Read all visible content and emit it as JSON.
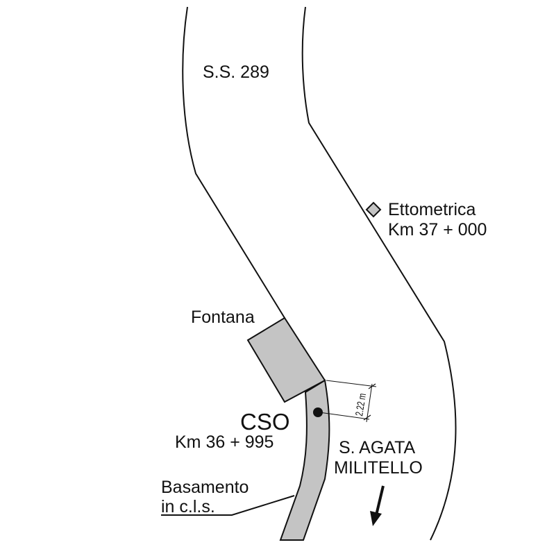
{
  "map": {
    "road_name": "S.S. 289",
    "hectometric_marker": {
      "line1": "Ettometrica",
      "line2": "Km 37 + 000"
    },
    "fountain": "Fontana",
    "station": {
      "code": "CSO",
      "km": "Km 36 + 995"
    },
    "distance_label": "2.22 m",
    "direction": {
      "line1": "S. AGATA",
      "line2": "MILITELLO"
    },
    "base": {
      "line1": "Basamento",
      "line2": "in c.l.s."
    }
  },
  "colors": {
    "ink": "#111111",
    "fill_gray": "#c4c4c4",
    "background": "#ffffff"
  }
}
